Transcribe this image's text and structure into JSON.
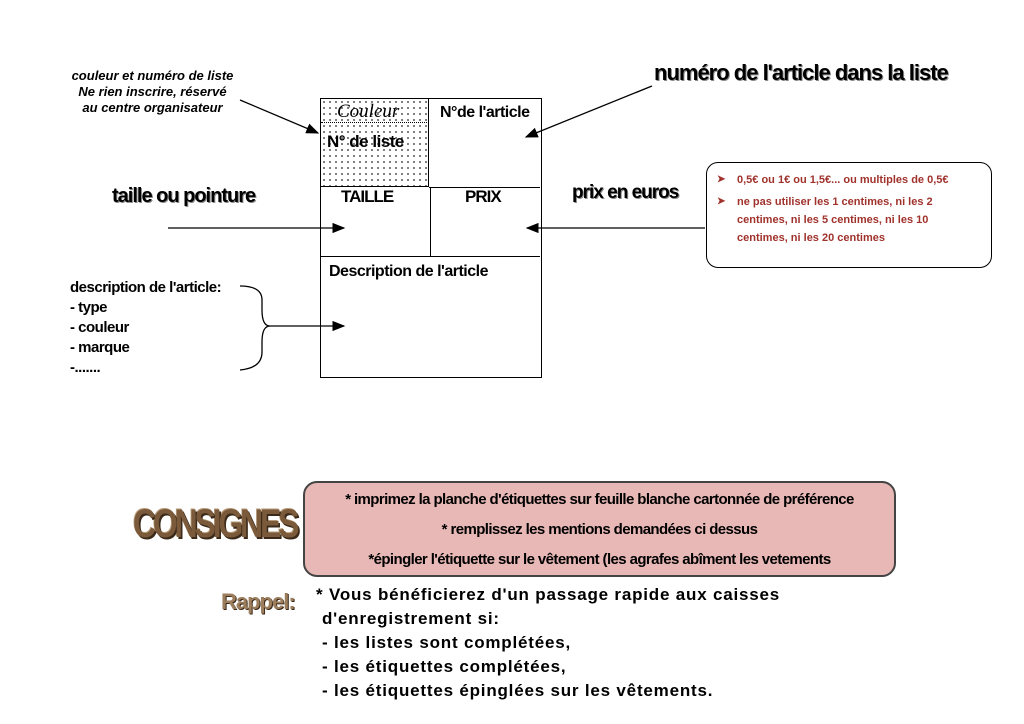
{
  "left_note": [
    "couleur et numéro de liste",
    "Ne rien inscrire, réservé",
    "au centre organisateur"
  ],
  "right_label": "numéro de l'article dans la liste",
  "size_label": "taille ou pointure",
  "price_label": "prix en euros",
  "description_note": [
    "description de l'article:",
    "- type",
    "- couleur",
    "- marque",
    "-......."
  ],
  "card": {
    "couleur": "Couleur",
    "numero_liste": "N° de liste",
    "numero_article": "N°de l'article",
    "taille": "TAILLE",
    "prix": "PRIX",
    "description": "Description de l'article"
  },
  "price_callout": [
    "0,5€ ou 1€ ou 1,5€... ou multiples de 0,5€",
    "ne pas utiliser les 1 centimes, ni les 2 centimes, ni les 5 centimes, ni les 10 centimes, ni les 20 centimes"
  ],
  "callout_bullet_icon": "arrow-bullet-icon",
  "consignes": {
    "title": "CONSIGNES",
    "lines": [
      "* imprimez la planche d'étiquettes sur feuille blanche cartonnée de préférence",
      "* remplissez les mentions demandées ci dessus",
      "*épingler l'étiquette sur le vêtement (les agrafes abîment les vetements"
    ],
    "box_color": "#e7b8b5"
  },
  "rappel": {
    "title": "Rappel:",
    "lines": [
      "* Vous bénéficierez d'un passage rapide aux caisses",
      "d'enregistrement si:",
      "- les listes sont complétées,",
      "- les étiquettes complétées,",
      "- les étiquettes épinglées sur les vêtements."
    ]
  },
  "colors": {
    "callout_text": "#a0322c",
    "title_brown": "#7a5a3a"
  }
}
